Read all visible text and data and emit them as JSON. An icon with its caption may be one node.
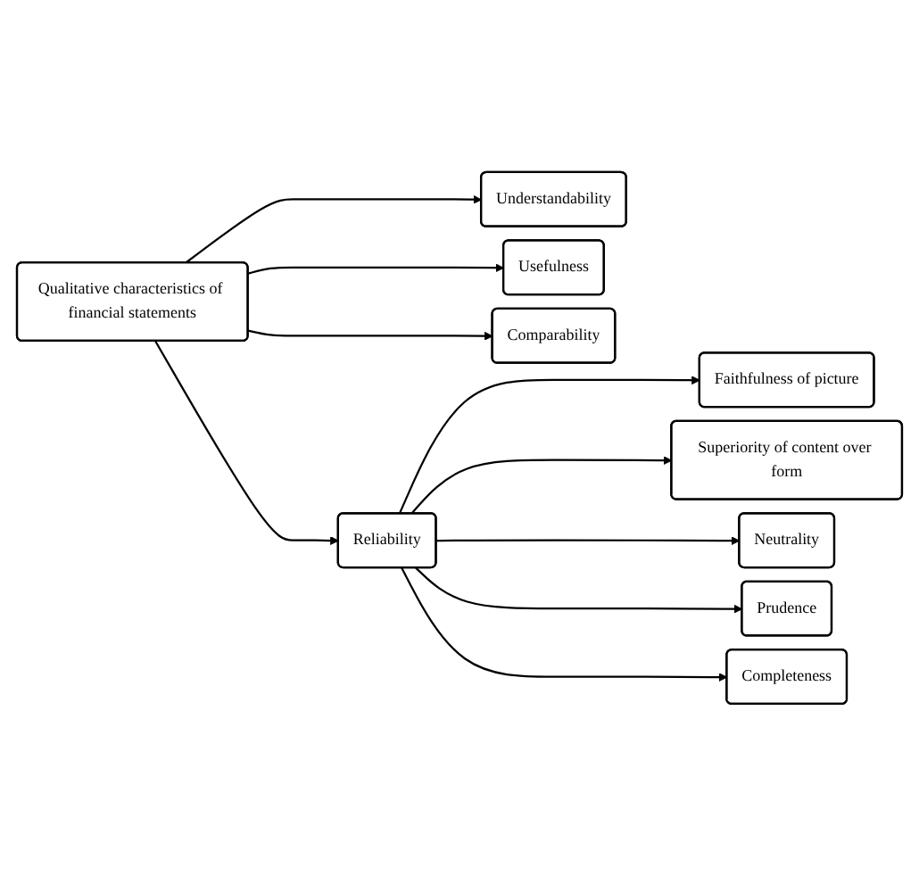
{
  "diagram": {
    "nodes": [
      {
        "text": [
          "Qualitative characteristics of financial statements"
        ]
      },
      {
        "text": [
          "Understandability"
        ]
      },
      {
        "text": [
          "Usefulness"
        ]
      },
      {
        "text": [
          "Reliability"
        ]
      },
      {
        "text": [
          "Faithfulness of picture"
        ]
      },
      {
        "text": [
          "Superiority of content over form"
        ]
      },
      {
        "text": [
          "Neutrality"
        ]
      },
      {
        "text": [
          "Prudence"
        ]
      },
      {
        "text": [
          "Completeness"
        ]
      },
      {
        "text": [
          "Comparability"
        ]
      }
    ],
    "edges": [
      {
        "from": 0,
        "to": 1,
        "arrow": "to"
      },
      {
        "from": 0,
        "to": 2,
        "arrow": "to"
      },
      {
        "from": 0,
        "to": 3,
        "arrow": "to"
      },
      {
        "from": 3,
        "to": 4,
        "arrow": "to"
      },
      {
        "from": 3,
        "to": 5,
        "arrow": "to"
      },
      {
        "from": 3,
        "to": 6,
        "arrow": "to"
      },
      {
        "from": 3,
        "to": 7,
        "arrow": "to"
      },
      {
        "from": 3,
        "to": 8,
        "arrow": "to"
      },
      {
        "from": 0,
        "to": 9,
        "arrow": "to"
      }
    ]
  }
}
